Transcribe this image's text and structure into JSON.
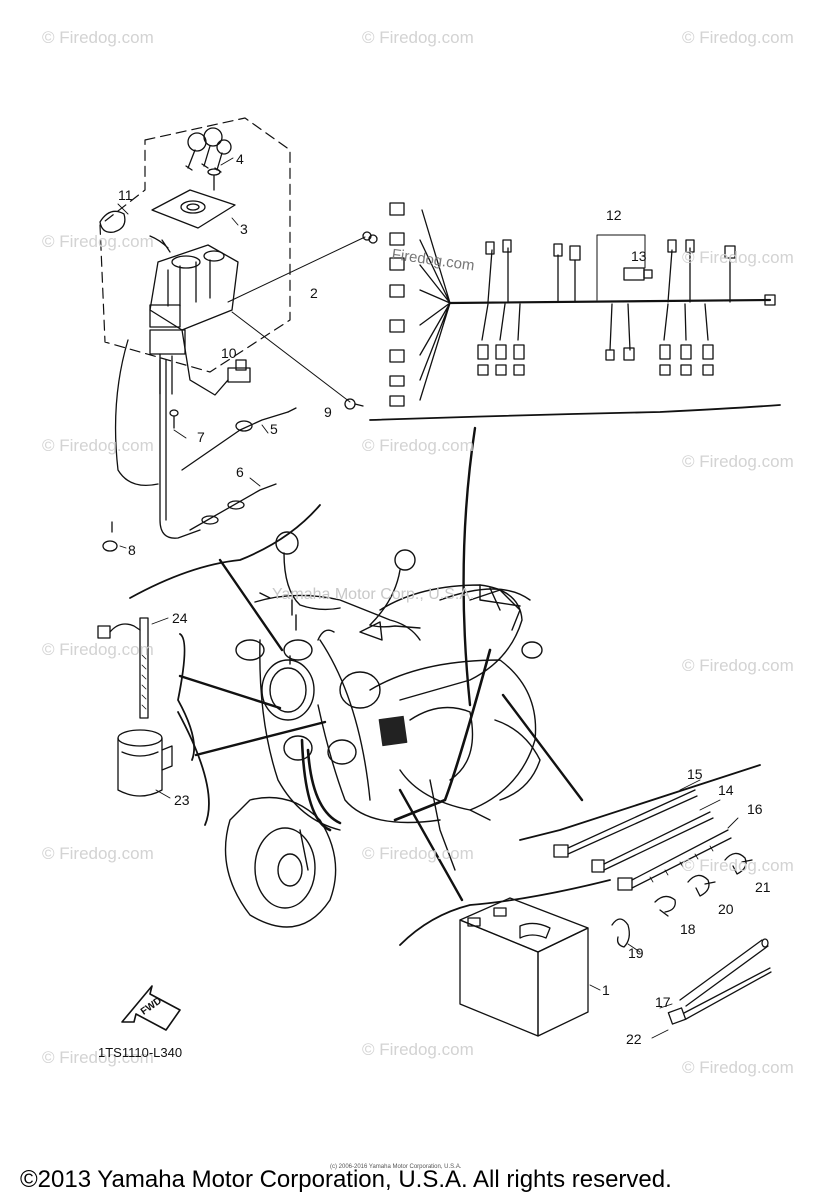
{
  "watermark": "© Firedog.com",
  "center_watermark": "Yamaha Motor Corp., U.S.A.",
  "harness_watermark": "Firedog.com",
  "fwd_label": "FWD",
  "diagram_code": "1TS1110-L340",
  "tiny_notice": "(c) 2006-2016 Yamaha Motor Corporation, U.S.A.",
  "copyright": "©2013 Yamaha Motor Corporation, U.S.A. All rights reserved.",
  "callouts": {
    "c1": "1",
    "c2": "2",
    "c3": "3",
    "c4": "4",
    "c5": "5",
    "c6": "6",
    "c7": "7",
    "c8": "8",
    "c9": "9",
    "c10": "10",
    "c11": "11",
    "c12": "12",
    "c13": "13",
    "c14": "14",
    "c15": "15",
    "c16": "16",
    "c17": "17",
    "c18": "18",
    "c19": "19",
    "c20": "20",
    "c21": "21",
    "c22": "22",
    "c23": "23",
    "c24": "24"
  }
}
